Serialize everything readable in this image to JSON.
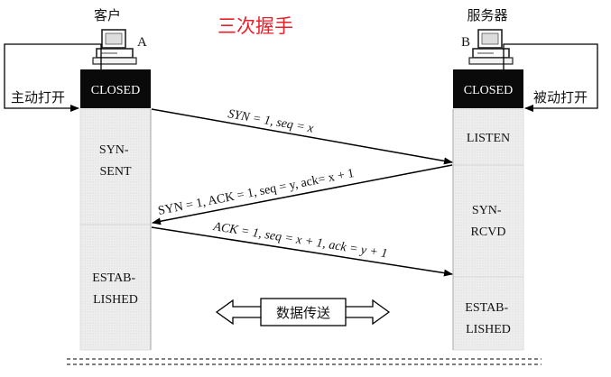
{
  "title": "三次握手",
  "client": {
    "name": "客户",
    "letter": "A",
    "action": "主动打开"
  },
  "server": {
    "name": "服务器",
    "letter": "B",
    "action": "被动打开"
  },
  "states": {
    "client_closed": "CLOSED",
    "client_syn_sent": [
      "SYN-",
      "SENT"
    ],
    "client_established": [
      "ESTAB-",
      "LISHED"
    ],
    "server_closed": "CLOSED",
    "server_listen": "LISTEN",
    "server_syn_rcvd": [
      "SYN-",
      "RCVD"
    ],
    "server_established": [
      "ESTAB-",
      "LISHED"
    ]
  },
  "messages": {
    "syn": "SYN = 1, seq = x",
    "syn_ack": "SYN = 1, ACK = 1, seq = y, ack= x + 1",
    "ack": "ACK = 1, seq = x + 1, ack = y + 1"
  },
  "data_transfer": "数据传送",
  "colors": {
    "title": "#e8202a",
    "state_block": "#e8e8e8",
    "closed_block": "#0a0a0a"
  }
}
